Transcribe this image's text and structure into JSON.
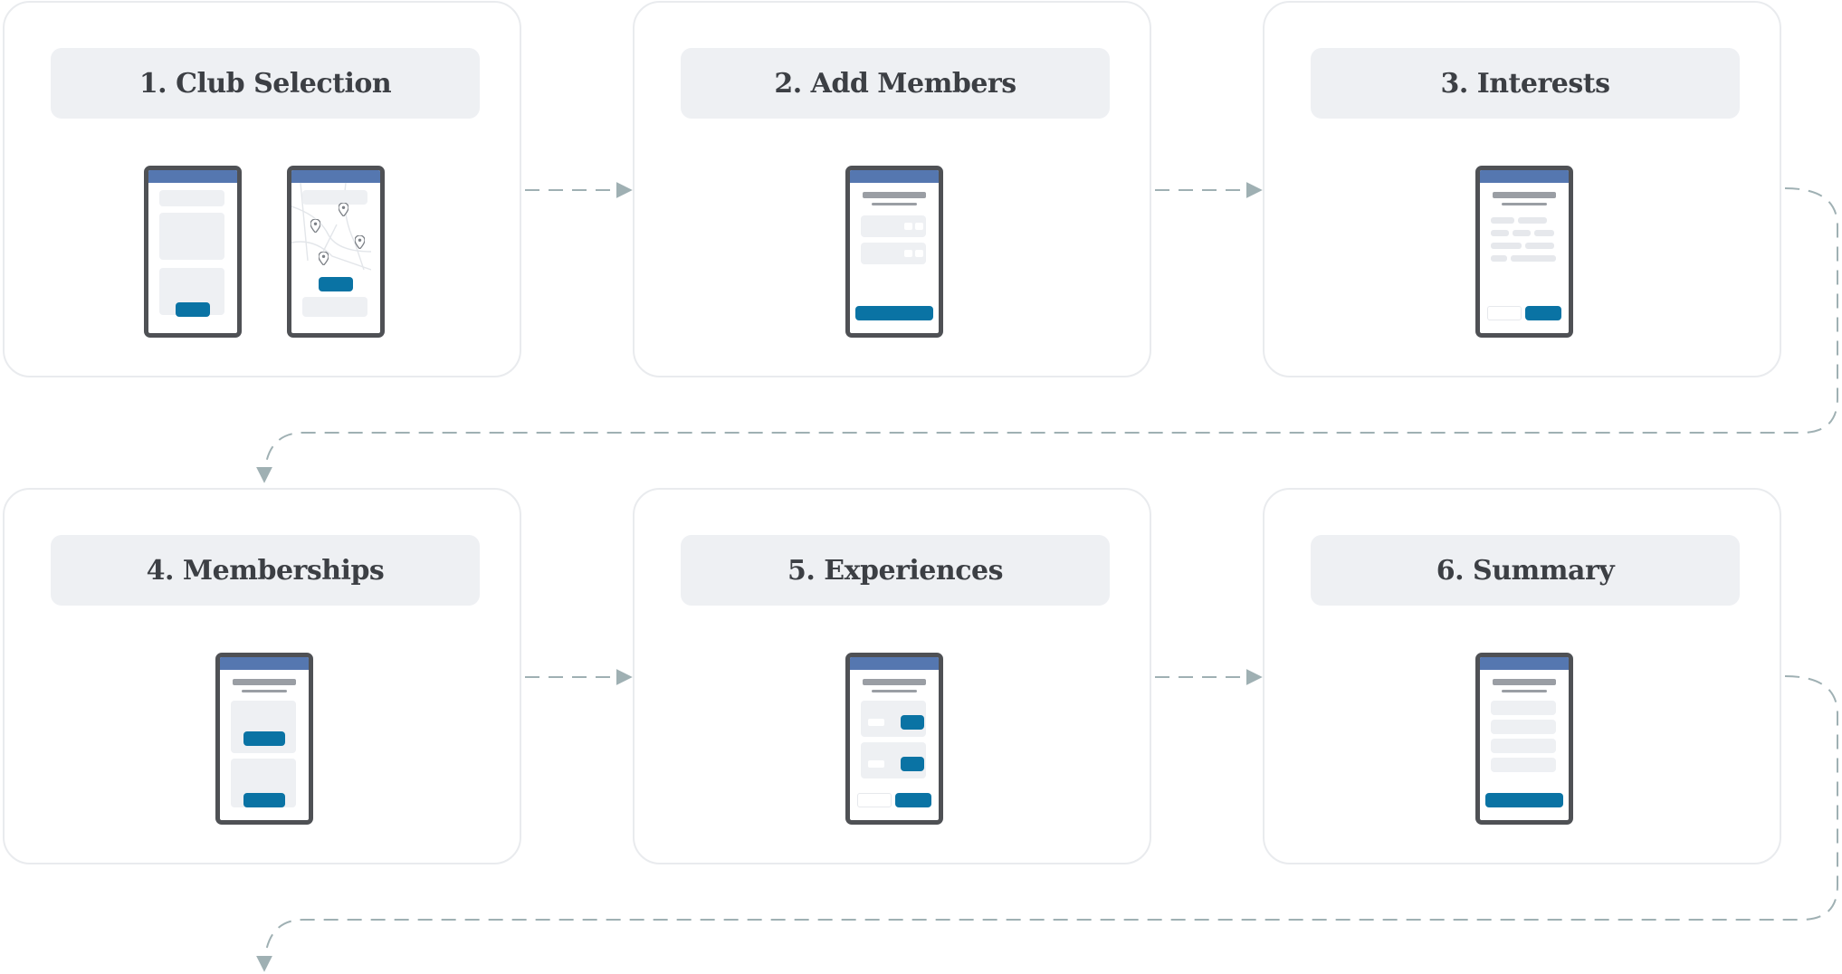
{
  "steps": [
    {
      "title": "1. Club Selection"
    },
    {
      "title": "2. Add Members"
    },
    {
      "title": "3. Interests"
    },
    {
      "title": "4. Memberships"
    },
    {
      "title": "5. Experiences"
    },
    {
      "title": "6. Summary"
    }
  ],
  "colors": {
    "card_border": "#e9ebee",
    "title_bar": "#eef0f3",
    "title_text": "#3c3f44",
    "phone_frame": "#4f5155",
    "phone_header": "#5577b0",
    "accent_button": "#0a73a4",
    "connector": "#9fb0b3"
  },
  "icons": [
    "map-pin-icon",
    "arrow-right-icon",
    "arrow-down-icon"
  ]
}
